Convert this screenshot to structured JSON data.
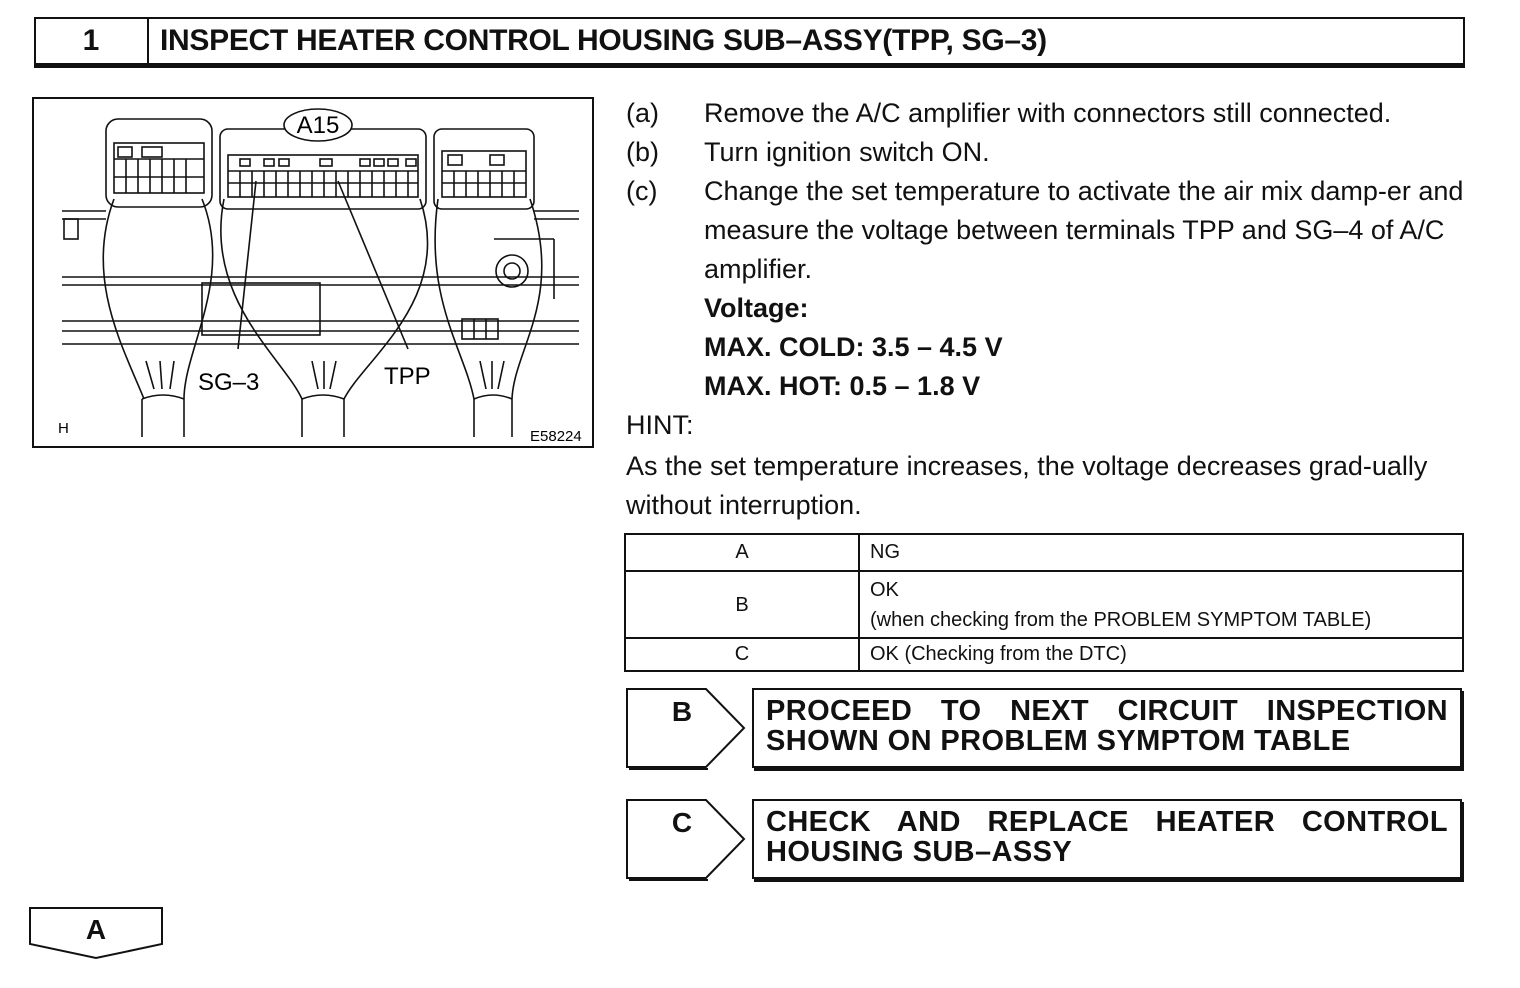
{
  "header": {
    "step_number": "1",
    "title": "INSPECT HEATER CONTROL HOUSING SUB–ASSY(TPP, SG–3)"
  },
  "figure": {
    "connector_label": "A15",
    "label_sg3": "SG–3",
    "label_tpp": "TPP",
    "corner_code": "H",
    "figure_id": "E58224"
  },
  "steps": [
    {
      "letter": "(a)",
      "text": "Remove the A/C amplifier with connectors still connected."
    },
    {
      "letter": "(b)",
      "text": "Turn ignition switch ON."
    },
    {
      "letter": "(c)",
      "text": "Change the set temperature to activate the air mix damp-er and measure the voltage between terminals TPP and SG–4 of A/C amplifier."
    }
  ],
  "spec": {
    "label": "Voltage:",
    "max_cold": "MAX. COLD: 3.5 – 4.5 V",
    "max_hot": "MAX. HOT: 0.5 – 1.8 V"
  },
  "hint": {
    "label": "HINT:",
    "text": "As the set temperature increases, the voltage decreases grad-ually without interruption."
  },
  "result_table": {
    "rows": [
      {
        "result": "A",
        "condition": "NG",
        "condition_line2": ""
      },
      {
        "result": "B",
        "condition": "OK",
        "condition_line2": "(when checking from the PROBLEM SYMPTOM TABLE)"
      },
      {
        "result": "C",
        "condition": "OK (Checking from the DTC)",
        "condition_line2": ""
      }
    ]
  },
  "results": {
    "b": {
      "letter": "B",
      "text": "PROCEED TO NEXT CIRCUIT INSPECTION SHOWN ON PROBLEM SYMPTOM TABLE"
    },
    "c": {
      "letter": "C",
      "text": "CHECK AND REPLACE HEATER CONTROL HOUSING SUB–ASSY"
    },
    "a": {
      "letter": "A"
    }
  }
}
